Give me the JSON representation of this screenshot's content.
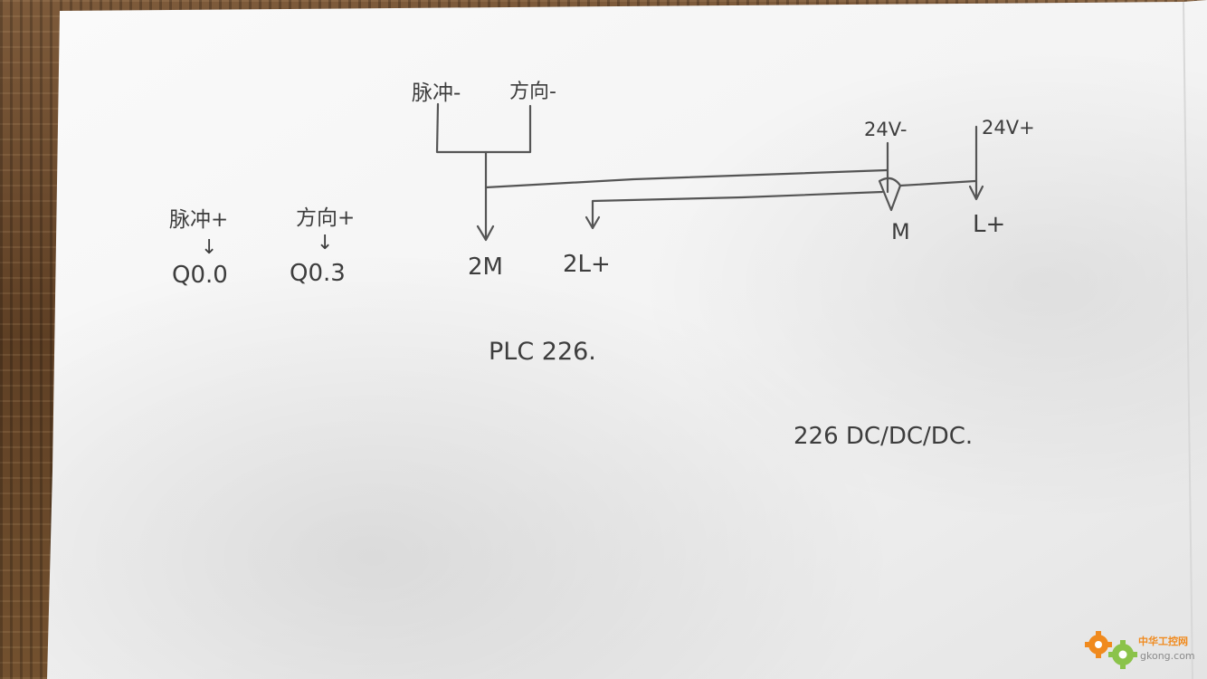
{
  "sketch": {
    "top_left_label": "脉冲-",
    "top_right_label": "方向-",
    "left_labels": [
      {
        "top": "脉冲+",
        "arrow": "↓",
        "bottom": "Q0.0"
      },
      {
        "top": "方向+",
        "arrow": "↓",
        "bottom": "Q0.3"
      }
    ],
    "terminal_2m": "2M",
    "terminal_2lplus": "2L+",
    "supply_minus": "24V-",
    "supply_plus": "24V+",
    "terminal_m": "M",
    "terminal_lplus": "L+",
    "plc_model": "PLC 226.",
    "plc_type": "226 DC/DC/DC."
  },
  "watermark": {
    "title": "中华工控网",
    "url": "gkong.com"
  },
  "colors": {
    "paper": "#f4f4f4",
    "ink": "#3d3d3d",
    "wood": "#6b4a2e",
    "watermark_orange": "#f08a1e",
    "watermark_green": "#8bc34a"
  }
}
